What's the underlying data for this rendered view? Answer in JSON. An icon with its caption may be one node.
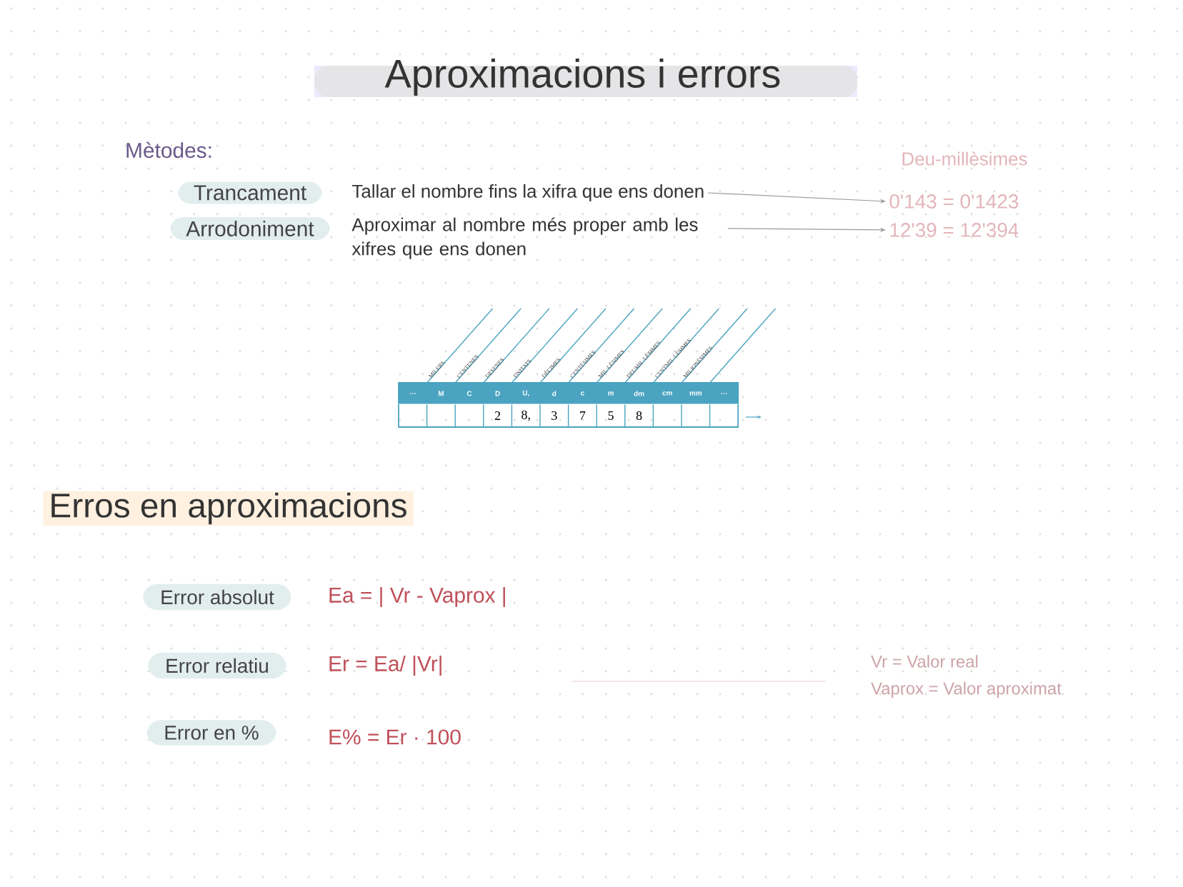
{
  "diagram": {
    "title": "Aproximacions i errors",
    "nodes": [
      {
        "text": [
          "Trancament"
        ]
      },
      {
        "text": [
          "Tallar el nombre fins la xifra que ens donen"
        ]
      },
      {
        "text": [
          "0'143 = 0'1423"
        ]
      },
      {
        "text": [
          "Arrodoniment"
        ]
      },
      {
        "text": [
          "Aproximar al nombre més proper amb les xifres que ens donen"
        ]
      },
      {
        "text": [
          "12'39 = 12'394"
        ]
      },
      {
        "text": [
          "Erros en aproximacions"
        ]
      },
      {
        "text": [
          "Error absolut"
        ]
      },
      {
        "text": [
          "Error relatiu"
        ]
      },
      {
        "text": [
          "Error en %"
        ]
      }
    ],
    "edges": [
      {
        "from": 1,
        "to": 2,
        "arrow": "to"
      },
      {
        "from": 4,
        "to": 5,
        "arrow": "to"
      }
    ],
    "labels": [
      "Mètodes:",
      "Deu-millèsimes",
      "MILERS",
      "CENTENES",
      "DESENES",
      "UNITATS",
      "DÈCIMES",
      "CENTÈSIMES",
      "MIL·LÈSIMES",
      "DEUMIL·LÈSIMES",
      "CENTMIL·LÈSIMES",
      "MILIONÈSIMES",
      "…",
      "M",
      "C",
      "D",
      "U,",
      "d",
      "c",
      "m",
      "dm",
      "cm",
      "mm",
      "…",
      "2",
      "8,",
      "3",
      "7",
      "5",
      "8",
      "Ea = | Vr - Vaprox |",
      "Er = Ea/ |Vr|",
      "E% = Er · 100",
      "Vr = Valor real",
      "Vaprox = Valor aproximat"
    ]
  }
}
